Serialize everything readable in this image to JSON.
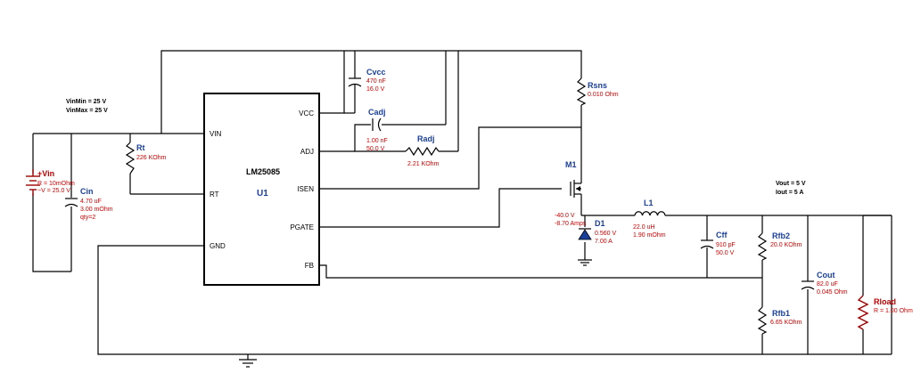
{
  "input_notes": {
    "vin_min": "VinMin = 25 V",
    "vin_max": "VinMax = 25 V"
  },
  "output_notes": {
    "vout": "Vout = 5 V",
    "iout": "Iout = 5 A"
  },
  "ic": {
    "part": "LM25085",
    "designator": "U1",
    "pins": {
      "vin": "VIN",
      "rt": "RT",
      "gnd": "GND",
      "vcc": "VCC",
      "adj": "ADJ",
      "isen": "ISEN",
      "pgate": "PGATE",
      "fb": "FB"
    }
  },
  "components": {
    "vin_source": {
      "name": "+Vin",
      "r": "R = 10mOhm",
      "v": "~V = 25.0 V"
    },
    "cin": {
      "name": "Cin",
      "c": "4.70 uF",
      "esr": "3.00 mOhm",
      "qty": "qty=2"
    },
    "rt": {
      "name": "Rt",
      "r": "226 KOhm"
    },
    "cvcc": {
      "name": "Cvcc",
      "c": "470 nF",
      "v": "16.0 V"
    },
    "cadj": {
      "name": "Cadj",
      "c": "1.00 nF",
      "v": "50.0 V"
    },
    "radj": {
      "name": "Radj",
      "r": "2.21 KOhm"
    },
    "rsns": {
      "name": "Rsns",
      "r": "0.010 Ohm"
    },
    "m1": {
      "name": "M1",
      "v": "-40.0 V",
      "i": "-8.70 Amps"
    },
    "d1": {
      "name": "D1",
      "v": "0.560 V",
      "i": "7.00 A"
    },
    "l1": {
      "name": "L1",
      "l": "22.0 uH",
      "dcr": "1.90 mOhm"
    },
    "cff": {
      "name": "Cff",
      "c": "910 pF",
      "v": "50.0 V"
    },
    "rfb2": {
      "name": "Rfb2",
      "r": "20.0 KOhm"
    },
    "rfb1": {
      "name": "Rfb1",
      "r": "6.65 KOhm"
    },
    "cout": {
      "name": "Cout",
      "c": "82.0 uF",
      "esr": "0.045 Ohm"
    },
    "rload": {
      "name": "Rload",
      "r": "R = 1.00 Ohm"
    }
  },
  "colors": {
    "wire": "#000000",
    "designator": "#1a3f9a",
    "value": "#cc0000",
    "source": "#c00000"
  }
}
